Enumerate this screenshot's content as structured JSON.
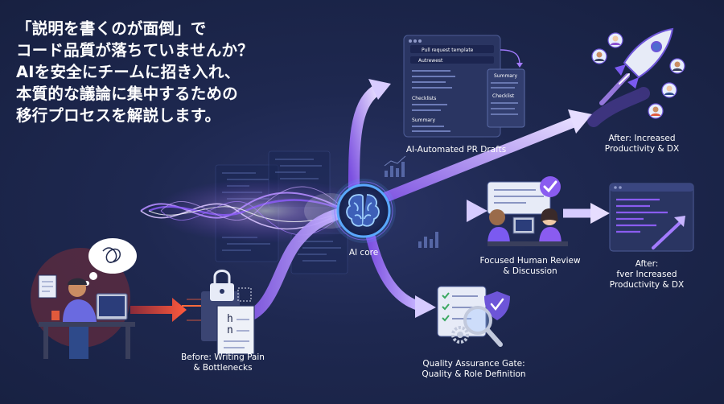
{
  "headline": {
    "lines": [
      "「説明を書くのが面倒」で",
      "コード品質が落ちていませんか？",
      "AIを安全にチームに招き入れ、",
      "本質的な議論に集中するための",
      "移行プロセスを解説します。"
    ]
  },
  "nodes": {
    "before": {
      "line1": "Before: Writing Pain",
      "line2": "& Bottlenecks"
    },
    "core": {
      "label": "AI core"
    },
    "pr_drafts": {
      "label": "AI-Automated PR Drafts"
    },
    "review": {
      "line1": "Focused Human Review",
      "line2": "& Discussion"
    },
    "qa": {
      "line1": "Quality Assurance Gate:",
      "line2": "Quality & Role Definition"
    },
    "after_top": {
      "line1": "After: Increased",
      "line2": "Productivity & DX"
    },
    "after_bottom": {
      "line1": "After:",
      "line2": "fver Increased",
      "line3": "Productivity & DX"
    }
  },
  "pr_card": {
    "title": "Pull request template",
    "field": "Autrewest",
    "section1": "Checklists",
    "section2": "Summary",
    "panel_title": "Summary",
    "panel_section": "Checklist"
  },
  "colors": {
    "background": "#1b2445",
    "arrow_purple": "#a37bff",
    "arrow_light": "#dcd3ff",
    "arrow_red": "#e0523f",
    "core_ring": "#5aa8ff",
    "text": "#ffffff"
  },
  "icons": [
    "brain-icon",
    "lock-icon",
    "document-icon",
    "rocket-icon",
    "checkmark-icon",
    "magnifier-icon",
    "shield-icon",
    "gear-icon",
    "thought-bubble-icon",
    "avatar-icon",
    "bar-chart-icon"
  ]
}
